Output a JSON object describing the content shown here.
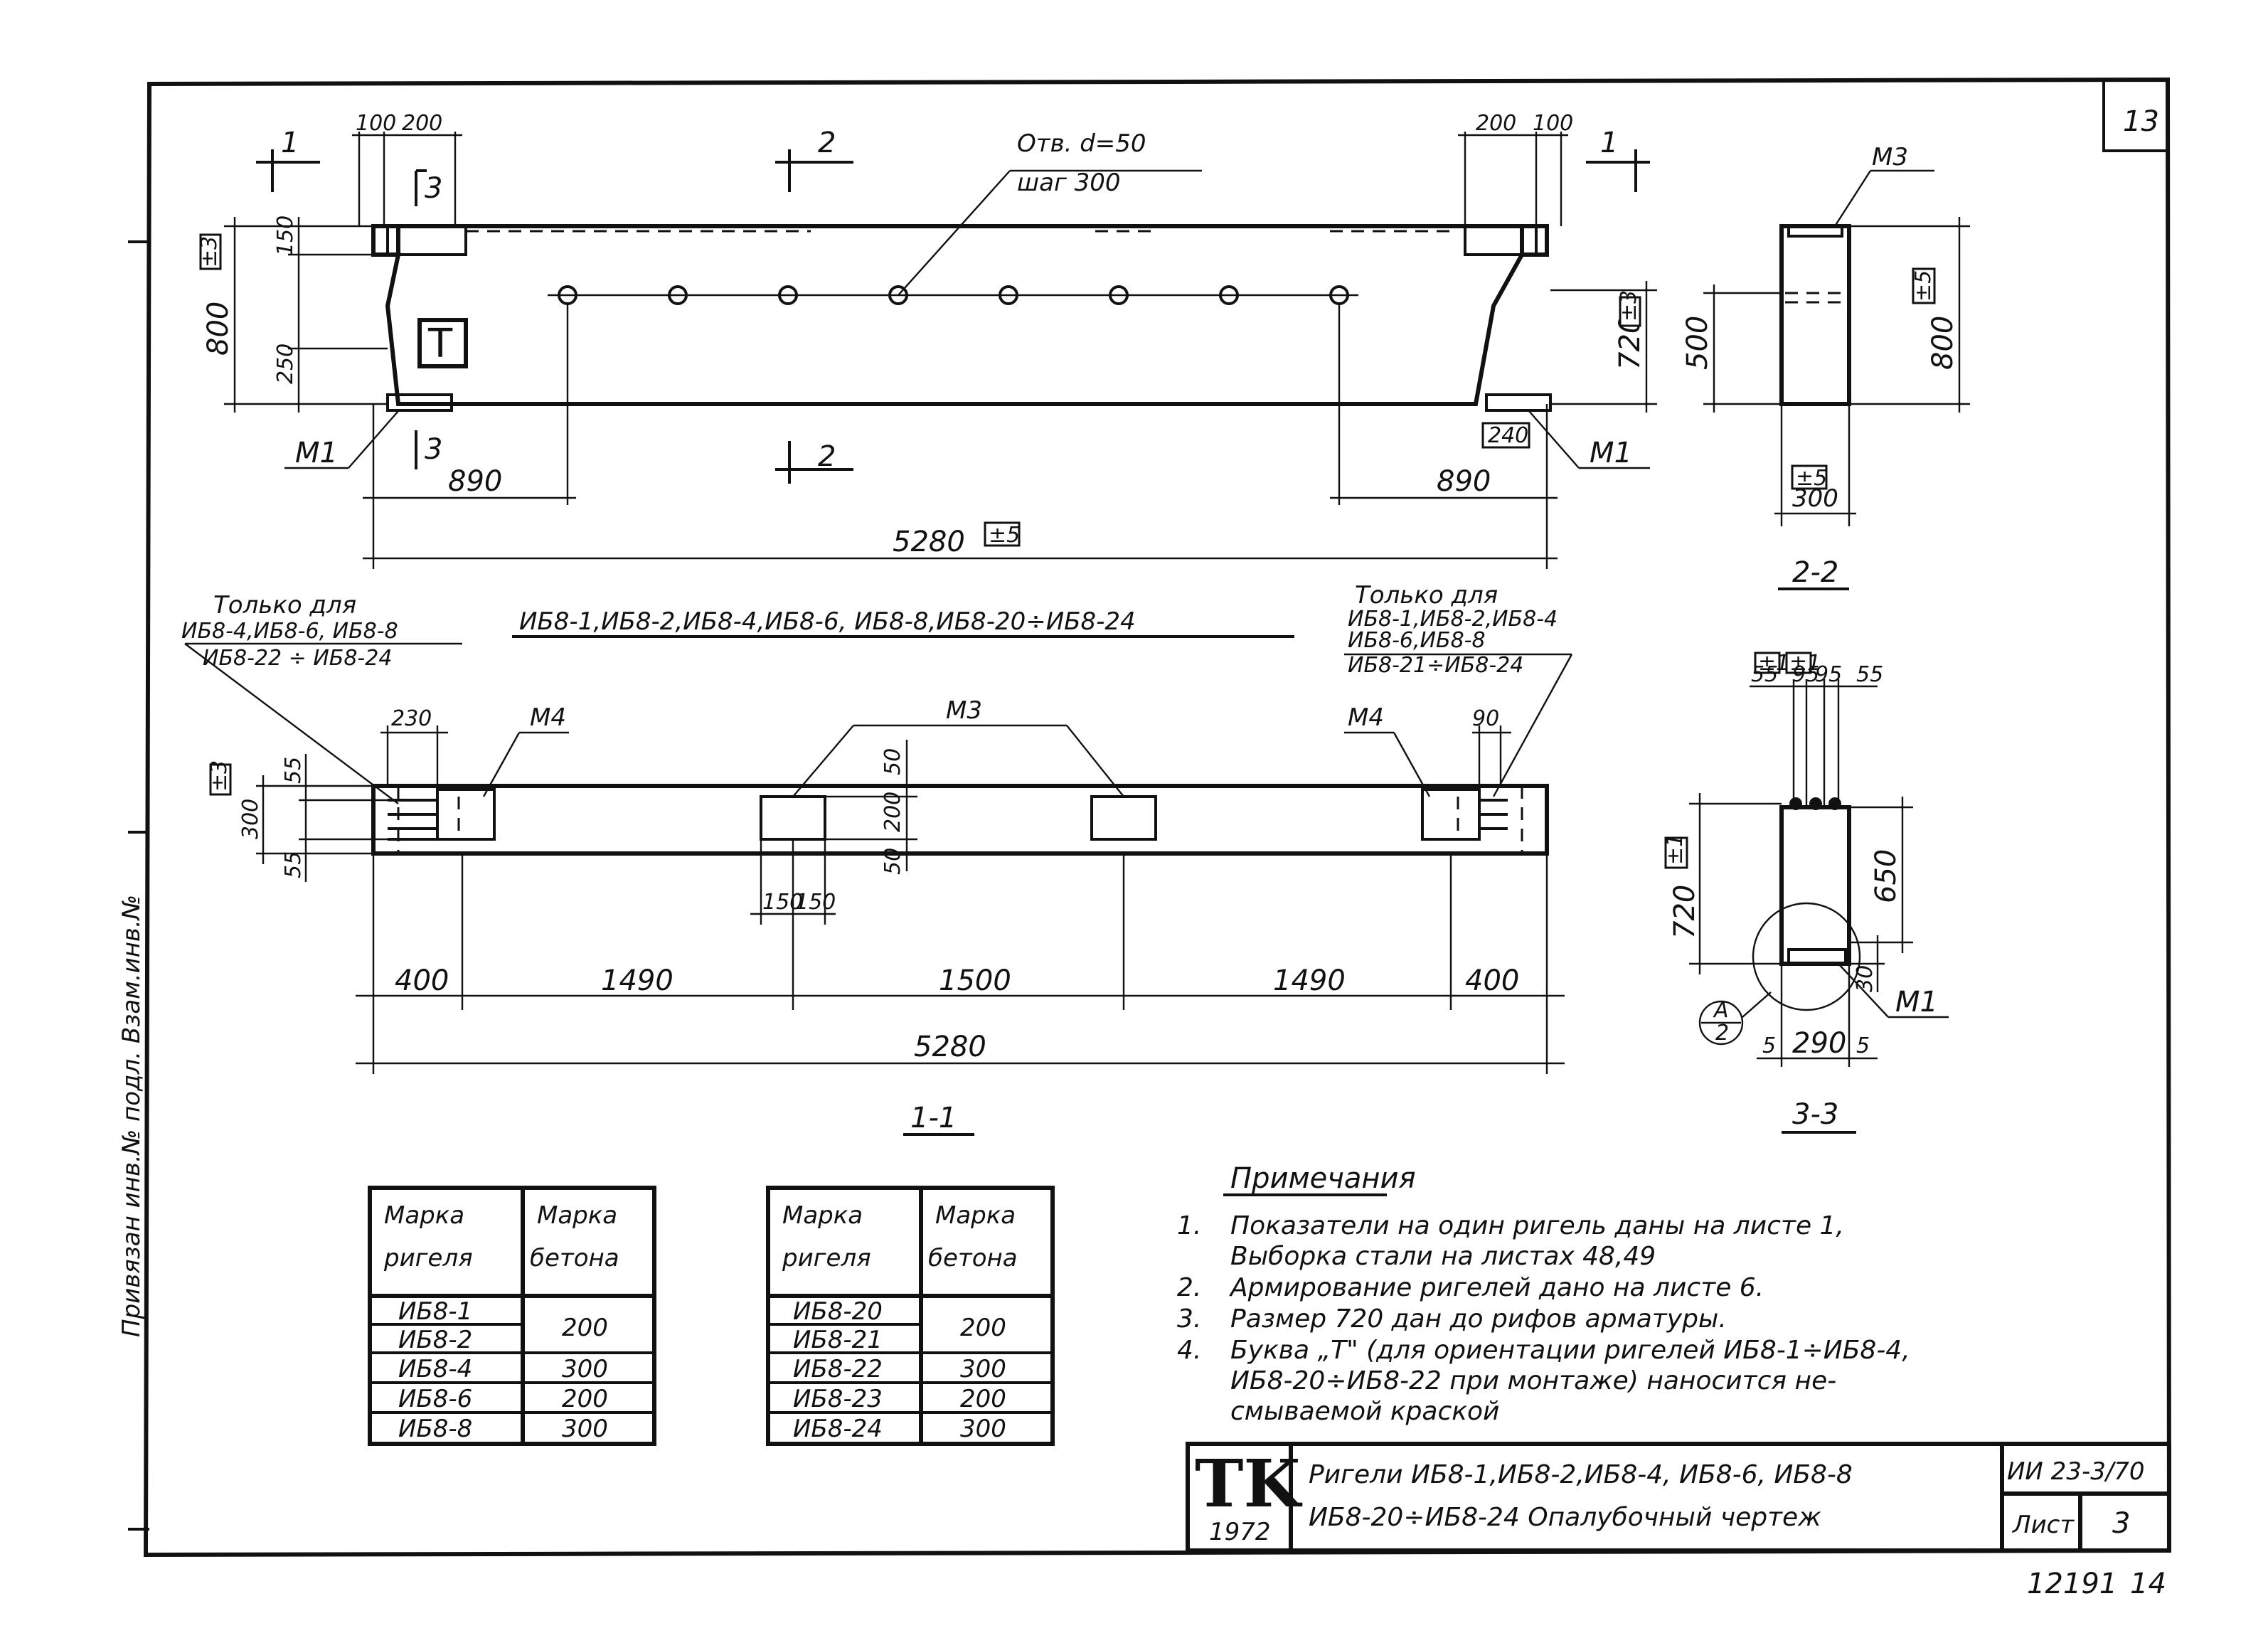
{
  "sheet": {
    "corner_number": "13",
    "stamp_letters": "TK",
    "stamp_year": "1972",
    "title_line1": "Ригели ИБ8-1,ИБ8-2,ИБ8-4, ИБ8-6, ИБ8-8",
    "title_line2": "ИБ8-20÷ИБ8-24 Опалубочный чертеж",
    "doc_code": "ИИ 23-3/70",
    "sheet_label": "Лист",
    "sheet_number": "3",
    "archive_no": "12191",
    "archive_page": "14",
    "left_margin_text": "Привязан    инв.№ подл.    Взам.инв.№"
  },
  "front_view": {
    "section_marks": [
      "1",
      "2",
      "3",
      "1",
      "2",
      "3"
    ],
    "hole_note_line1": "Отв. d=50",
    "hole_note_line2": "шаг 300",
    "tol_3": "±3",
    "tol_3b": "±3",
    "tol_5": "±5",
    "letter_T": "T",
    "dims": {
      "d100a": "100",
      "d200a": "200",
      "d200b": "200",
      "d100b": "100",
      "d150": "150",
      "d800": "800",
      "d250": "250",
      "d720": "720",
      "d890a": "890",
      "d890b": "890",
      "d5280": "5280",
      "d240": "240"
    },
    "labels": {
      "m1_left": "M1",
      "m1_right": "M1"
    }
  },
  "section_2_2": {
    "title": "2-2",
    "m3": "M3",
    "d500": "500",
    "d800": "800",
    "d300": "300",
    "tol_5a": "±5",
    "tol_5b": "±5"
  },
  "plan_1_1": {
    "title": "1-1",
    "series_label": "ИБ8-1,ИБ8-2,ИБ8-4,ИБ8-6, ИБ8-8,ИБ8-20÷ИБ8-24",
    "left_note_line1": "Только для",
    "left_note_line2": "ИБ8-4,ИБ8-6, ИБ8-8",
    "left_note_line3": "ИБ8-22 ÷ ИБ8-24",
    "right_note_line1": "Только для",
    "right_note_line2": "ИБ8-1,ИБ8-2,ИБ8-4",
    "right_note_line3": "ИБ8-6,ИБ8-8",
    "right_note_line4": "ИБ8-21÷ИБ8-24",
    "m4_left": "M4",
    "m4_right": "M4",
    "m3": "M3",
    "tol_3": "±3",
    "dims": {
      "d230": "230",
      "d90": "90",
      "d55a": "55",
      "d300": "300",
      "d55b": "55",
      "d50a": "50",
      "d200": "200",
      "d50b": "50",
      "d150a": "150",
      "d150b": "150",
      "d400a": "400",
      "d1490a": "1490",
      "d1500": "1500",
      "d1490b": "1490",
      "d400b": "400",
      "d5280": "5280"
    }
  },
  "section_3_3": {
    "title": "3-3",
    "tol_1a": "±1",
    "tol_1b": "±1",
    "tol_1c": "±1",
    "d55a": "55",
    "d95a": "95",
    "d95b": "95",
    "d55b": "55",
    "d720": "720",
    "d650": "650",
    "d30": "30",
    "d5a": "5",
    "d290": "290",
    "d5b": "5",
    "m1": "M1",
    "callout_top": "A",
    "callout_bottom": "2"
  },
  "table_left": {
    "h_col1_l1": "Марка",
    "h_col1_l2": "ригеля",
    "h_col2_l1": "Марка",
    "h_col2_l2": "бетона",
    "rows": [
      {
        "mark": "ИБ8-1",
        "concrete": "200"
      },
      {
        "mark": "ИБ8-2",
        "concrete": ""
      },
      {
        "mark": "ИБ8-4",
        "concrete": "300"
      },
      {
        "mark": "ИБ8-6",
        "concrete": "200"
      },
      {
        "mark": "ИБ8-8",
        "concrete": "300"
      }
    ]
  },
  "table_right": {
    "h_col1_l1": "Марка",
    "h_col1_l2": "ригеля",
    "h_col2_l1": "Марка",
    "h_col2_l2": "бетона",
    "rows": [
      {
        "mark": "ИБ8-20",
        "concrete": "200"
      },
      {
        "mark": "ИБ8-21",
        "concrete": ""
      },
      {
        "mark": "ИБ8-22",
        "concrete": "300"
      },
      {
        "mark": "ИБ8-23",
        "concrete": "200"
      },
      {
        "mark": "ИБ8-24",
        "concrete": "300"
      }
    ]
  },
  "notes": {
    "heading": "Примечания",
    "n1_num": "1.",
    "n1_l1": "Показатели на один ригель даны на листе 1,",
    "n1_l2": "Выборка стали на листах 48,49",
    "n2_num": "2.",
    "n2_l1": "Армирование ригелей дано на листе 6.",
    "n3_num": "3.",
    "n3_l1": "Размер 720 дан до рифов арматуры.",
    "n4_num": "4.",
    "n4_l1": "Буква „Т\" (для ориентации ригелей ИБ8-1÷ИБ8-4,",
    "n4_l2": "ИБ8-20÷ИБ8-22 при монтаже) наносится не-",
    "n4_l3": "смываемой краской"
  }
}
